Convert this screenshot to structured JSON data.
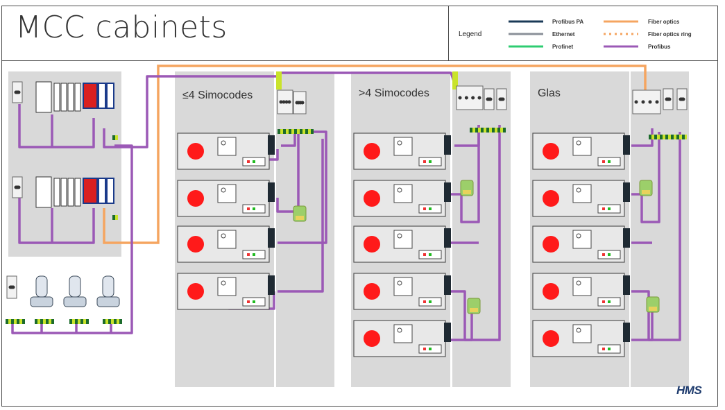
{
  "title": "MCC cabinets",
  "legend": {
    "title": "Legend",
    "items": [
      {
        "label": "Profibus PA",
        "color": "#1a3a57",
        "style": "solid"
      },
      {
        "label": "Ethernet",
        "color": "#8a8f98",
        "style": "solid"
      },
      {
        "label": "Profinet",
        "color": "#2ecc71",
        "style": "solid"
      },
      {
        "label": "Fiber optics",
        "color": "#f5a560",
        "style": "solid"
      },
      {
        "label": "Fiber optics ring",
        "color": "#f5a560",
        "style": "dotted"
      },
      {
        "label": "Profibus",
        "color": "#9b59b6",
        "style": "solid"
      }
    ]
  },
  "cabinets": [
    {
      "label": "≤4 Simocodes",
      "drawers": 4
    },
    {
      "label": ">4 Simocodes",
      "drawers": 5
    },
    {
      "label": "Glas",
      "drawers": 5
    }
  ],
  "colors": {
    "profibus": "#9b59b6",
    "fiber": "#f5a560",
    "cabinet": "#d9d9d9",
    "motor_indicator": "#ff1a1a"
  },
  "brand": "HMS"
}
